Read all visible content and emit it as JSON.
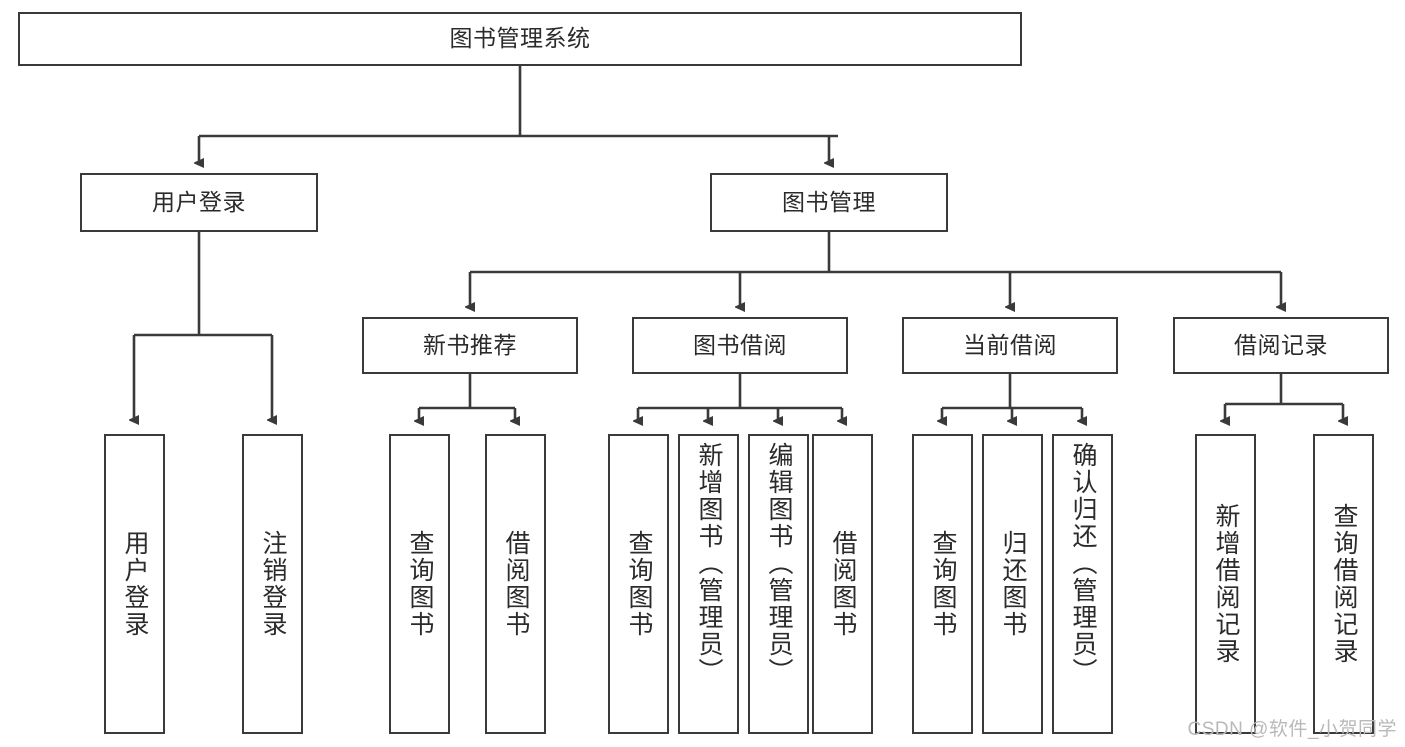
{
  "diagram": {
    "type": "tree-hierarchy",
    "title": "图书管理系统",
    "watermark": "CSDN @软件_小贺同学",
    "style": {
      "box_fill": "#ffffff",
      "box_stroke": "#3a3a3a",
      "text_color": "#2b2b2b",
      "connector_color": "#3a3a3a",
      "watermark_color": "#b9b9b9",
      "background": "#ffffff"
    },
    "root": {
      "id": "root",
      "label": "图书管理系统",
      "orientation": "horizontal"
    },
    "level2": [
      {
        "id": "user-login",
        "label": "用户登录",
        "orientation": "horizontal"
      },
      {
        "id": "book-manage",
        "label": "图书管理",
        "orientation": "horizontal"
      }
    ],
    "level3": [
      {
        "id": "new-book-recommend",
        "label": "新书推荐",
        "orientation": "horizontal",
        "parent": "book-manage"
      },
      {
        "id": "book-borrow",
        "label": "图书借阅",
        "orientation": "horizontal",
        "parent": "book-manage"
      },
      {
        "id": "current-borrow",
        "label": "当前借阅",
        "orientation": "horizontal",
        "parent": "book-manage"
      },
      {
        "id": "borrow-record",
        "label": "借阅记录",
        "orientation": "horizontal",
        "parent": "book-manage"
      }
    ],
    "leaves": [
      {
        "id": "leaf-user-login",
        "label": "用户登录",
        "orientation": "vertical",
        "parent": "user-login"
      },
      {
        "id": "leaf-logout-login",
        "label": "注销登录",
        "orientation": "vertical",
        "parent": "user-login"
      },
      {
        "id": "leaf-query-book-1",
        "label": "查询图书",
        "orientation": "vertical",
        "parent": "new-book-recommend"
      },
      {
        "id": "leaf-borrow-book-1",
        "label": "借阅图书",
        "orientation": "vertical",
        "parent": "new-book-recommend"
      },
      {
        "id": "leaf-query-book-2",
        "label": "查询图书",
        "orientation": "vertical",
        "parent": "book-borrow"
      },
      {
        "id": "leaf-add-book-admin",
        "label": "新增图书（管理员）",
        "orientation": "vertical",
        "parent": "book-borrow"
      },
      {
        "id": "leaf-edit-book-admin",
        "label": "编辑图书（管理员）",
        "orientation": "vertical",
        "parent": "book-borrow"
      },
      {
        "id": "leaf-borrow-book-2",
        "label": "借阅图书",
        "orientation": "vertical",
        "parent": "book-borrow"
      },
      {
        "id": "leaf-query-book-3",
        "label": "查询图书",
        "orientation": "vertical",
        "parent": "current-borrow"
      },
      {
        "id": "leaf-return-book",
        "label": "归还图书",
        "orientation": "vertical",
        "parent": "current-borrow"
      },
      {
        "id": "leaf-confirm-return-admin",
        "label": "确认归还（管理员）",
        "orientation": "vertical",
        "parent": "current-borrow"
      },
      {
        "id": "leaf-add-borrow-record",
        "label": "新增借阅记录",
        "orientation": "vertical",
        "parent": "borrow-record"
      },
      {
        "id": "leaf-query-borrow-record",
        "label": "查询借阅记录",
        "orientation": "vertical",
        "parent": "borrow-record"
      }
    ]
  }
}
